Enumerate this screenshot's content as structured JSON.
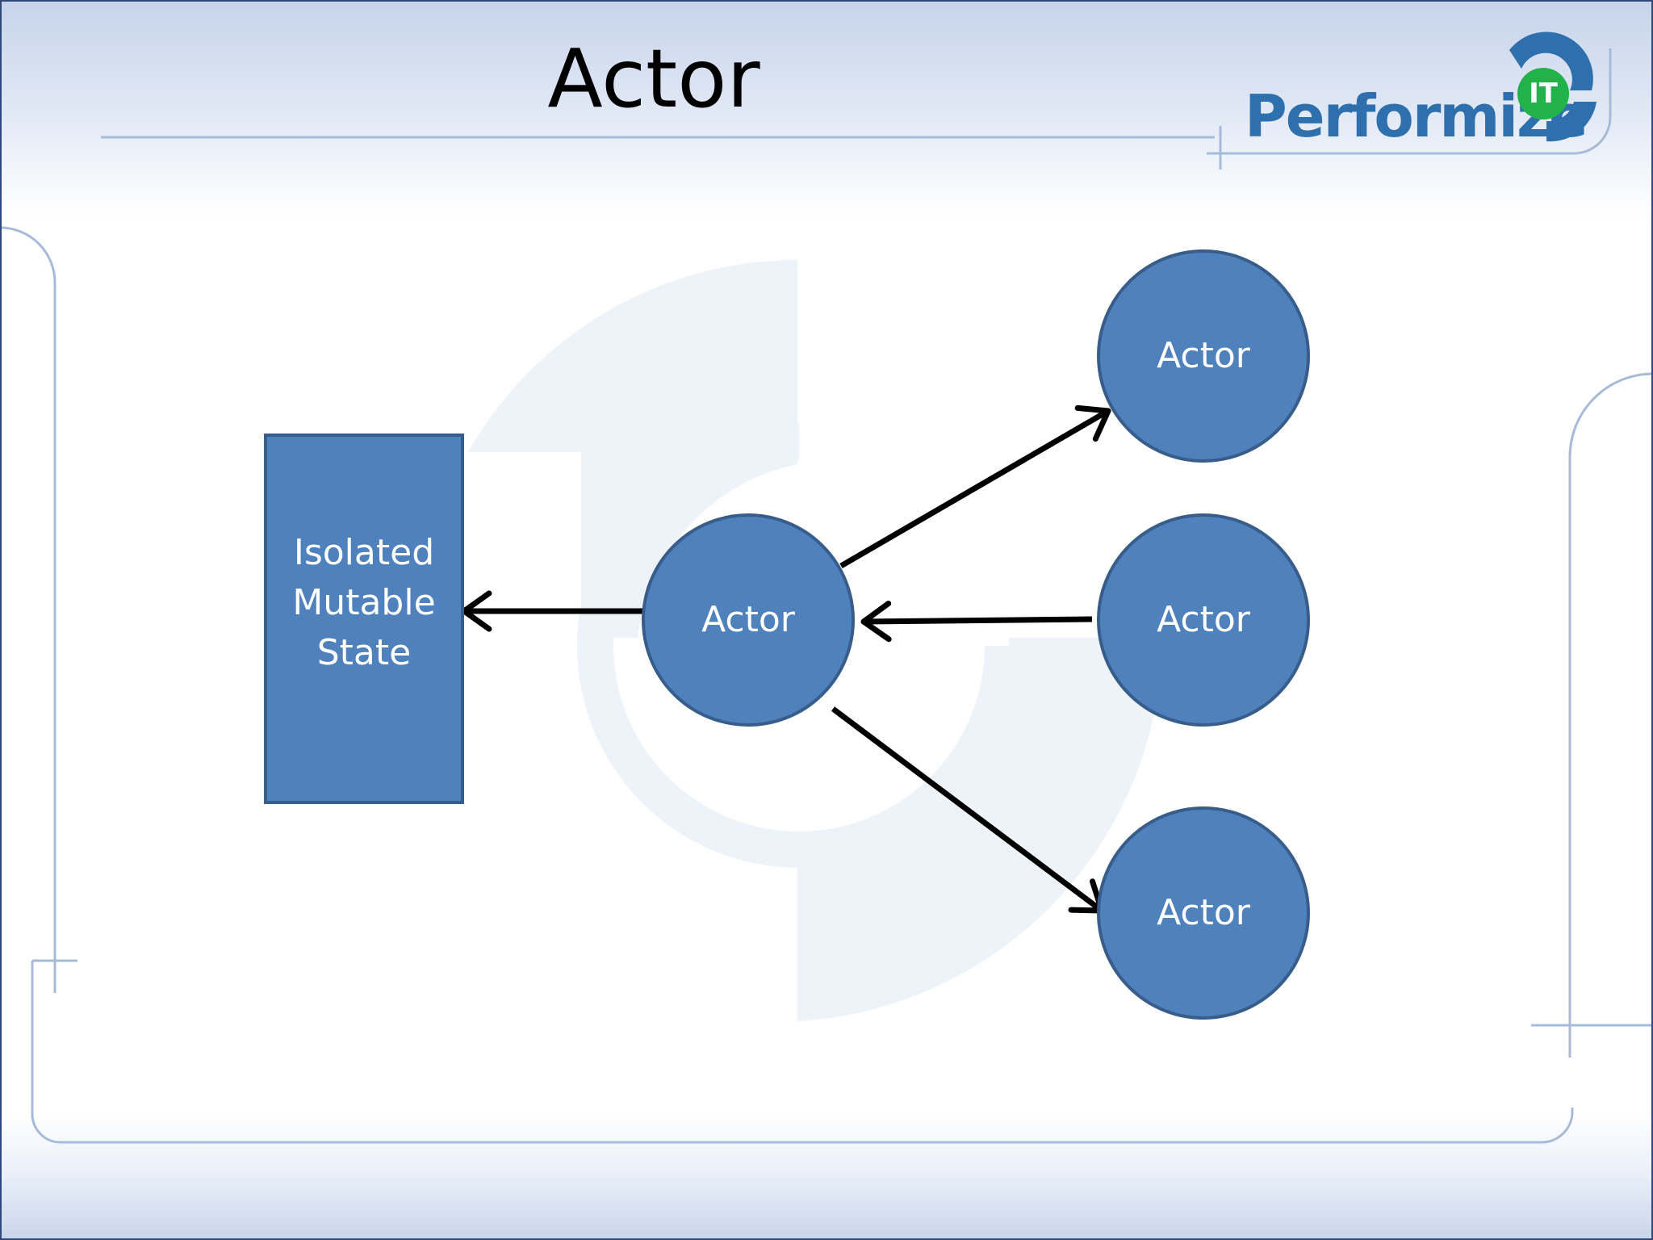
{
  "slide": {
    "title": "Actor"
  },
  "logo": {
    "wordmark": "Performize",
    "badge": "IT",
    "colors": {
      "wordmark": "#2E6FAE",
      "badge": "#22B24C",
      "arc": "#2E6FAE"
    }
  },
  "diagram": {
    "state_box": {
      "label": "Isolated\nMutable\nState"
    },
    "actors": {
      "center": "Actor",
      "top": "Actor",
      "middle": "Actor",
      "bottom": "Actor"
    },
    "arrows": [
      {
        "from": "actor-center",
        "to": "state-box"
      },
      {
        "from": "actor-center",
        "to": "actor-top"
      },
      {
        "from": "actor-middle",
        "to": "actor-center"
      },
      {
        "from": "actor-center",
        "to": "actor-bottom"
      }
    ],
    "colors": {
      "node_fill": "#4F81BD",
      "node_stroke": "#385D8A",
      "arrow": "#000000"
    }
  }
}
